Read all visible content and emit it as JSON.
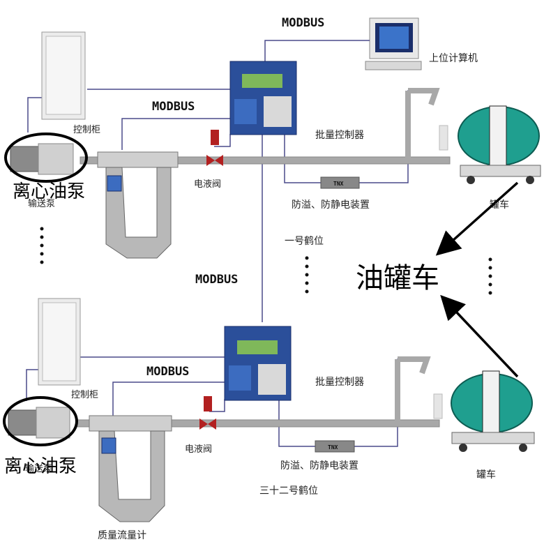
{
  "labels": {
    "modbus_top": "MODBUS",
    "host_computer": "上位计算机",
    "modbus_1": "MODBUS",
    "control_cabinet_1": "控制柜",
    "batch_controller_1": "批量控制器",
    "centrifugal_pump_1": "离心油泵",
    "pump_faint_1": "输送泵",
    "solenoid_valve_1": "电液阀",
    "anti_overflow_1": "防溢、防静电装置",
    "tanker_1": "罐车",
    "loading_arm_1": "一号鹤位",
    "modbus_mid": "MODBUS",
    "tanker_big": "油罐车",
    "modbus_2": "MODBUS",
    "control_cabinet_2": "控制柜",
    "batch_controller_2": "批量控制器",
    "centrifugal_pump_2": "离心油泵",
    "pump_faint_2": "输送泵",
    "solenoid_valve_2": "电液阀",
    "anti_overflow_2": "防溢、防静电装置",
    "tanker_2": "罐车",
    "loading_arm_32": "三十二号鹤位",
    "mass_flowmeter": "质量流量计",
    "device_tag_1": "TNX",
    "device_tag_2": "TNX"
  },
  "colors": {
    "wire": "#4a4a8a",
    "pipe": "#a8a8a8",
    "controller": "#2b4f9a",
    "tank": "#1f9f8f",
    "valve": "#b22020",
    "ellipse": "#000000"
  }
}
